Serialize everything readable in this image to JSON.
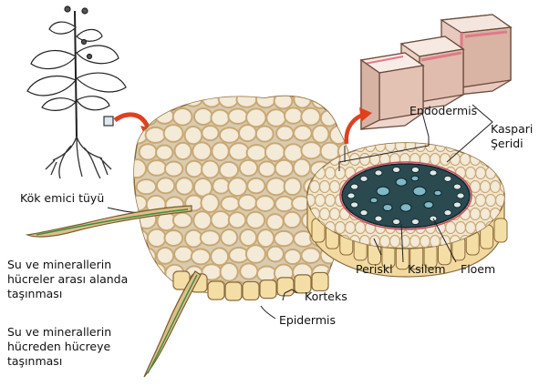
{
  "labels": {
    "endodermis": "Endodermis",
    "kaspari_line1": "Kaspari",
    "kaspari_line2": "Şeridi",
    "root_hair": "Kök emici tüyü",
    "apoplast_line1": "Su ve minerallerin",
    "apoplast_line2": "hücreler arası alanda",
    "apoplast_line3": "taşınması",
    "pericycle": "Periskl",
    "xylem": "Ksilem",
    "phloem": "Floem",
    "cortex": "Korteks",
    "epidermis": "Epidermis",
    "symplast_line1": "Su ve minerallerin",
    "symplast_line2": "hücreden hücreye",
    "symplast_line3": "taşınması"
  },
  "colors": {
    "cell_fill": "#f3ead8",
    "cell_wall": "#c9a874",
    "epidermis_fill": "#f5dea6",
    "endodermis_cell": "#e6c6bd",
    "casparian_strip": "#e07a8a",
    "stele_dark": "#1f3d44",
    "xylem_cell": "#7fb8c7",
    "arrow_red": "#e0401f",
    "hair_fill": "#dcc08a"
  },
  "icons": {
    "plant": "plant-icon",
    "arrow_to_cross_section": "curved-arrow-icon",
    "arrow_to_endodermis": "curved-arrow-icon"
  }
}
